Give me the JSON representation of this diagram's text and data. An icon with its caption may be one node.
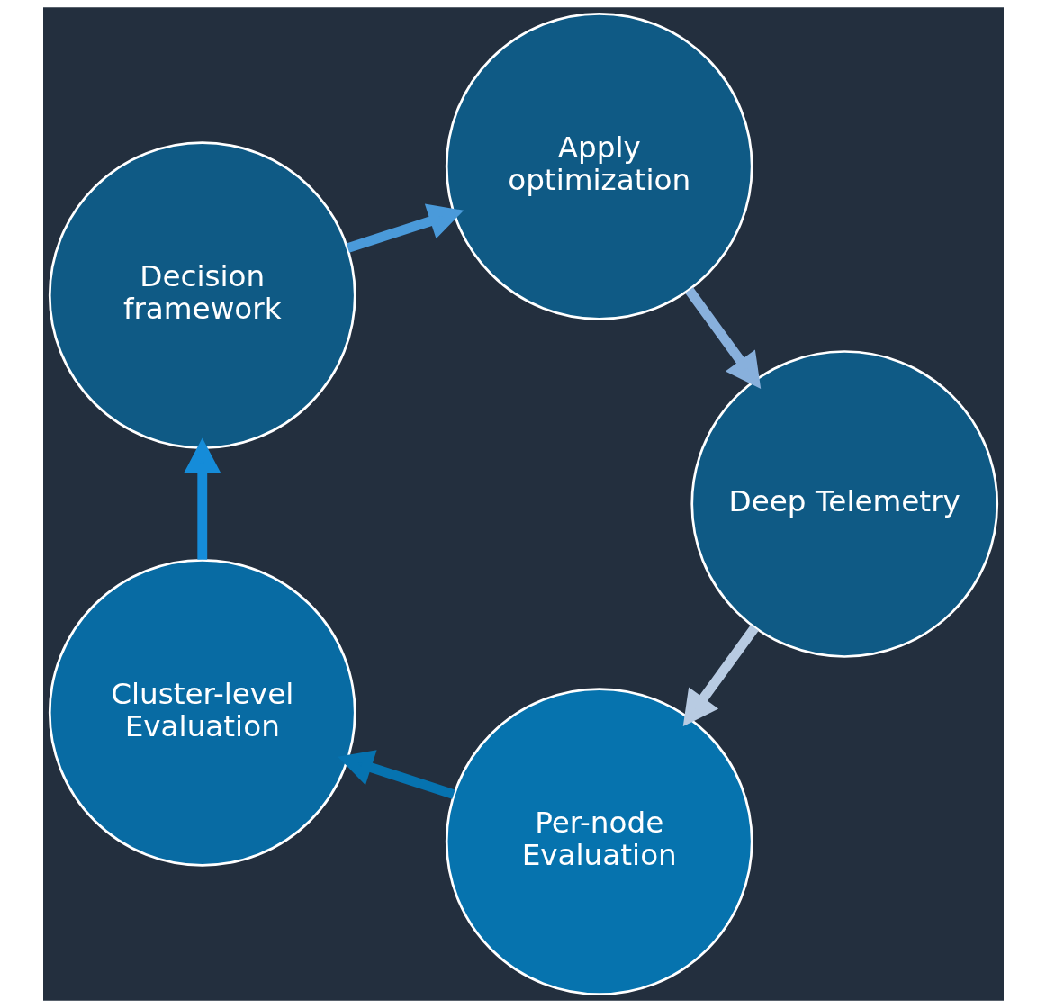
{
  "diagram": {
    "nodes": [
      {
        "text": [
          "Per-node Evaluation"
        ]
      },
      {
        "text": [
          "Cluster-level Evaluation"
        ]
      },
      {
        "text": [
          "Decision framework"
        ]
      },
      {
        "text": [
          "Apply optimization"
        ]
      },
      {
        "text": [
          "Deep Telemetry"
        ]
      }
    ],
    "edges": [
      {
        "from": 0,
        "to": 1,
        "arrow": "to",
        "color": "#0673b0"
      },
      {
        "from": 1,
        "to": 2,
        "arrow": "to",
        "color": "#158cd9"
      },
      {
        "from": 2,
        "to": 3,
        "arrow": "to",
        "color": "#4a9ada"
      },
      {
        "from": 3,
        "to": 4,
        "arrow": "to",
        "color": "#88b0dc"
      },
      {
        "from": 4,
        "to": 0,
        "arrow": "to",
        "color": "#b8cbe2"
      }
    ]
  }
}
